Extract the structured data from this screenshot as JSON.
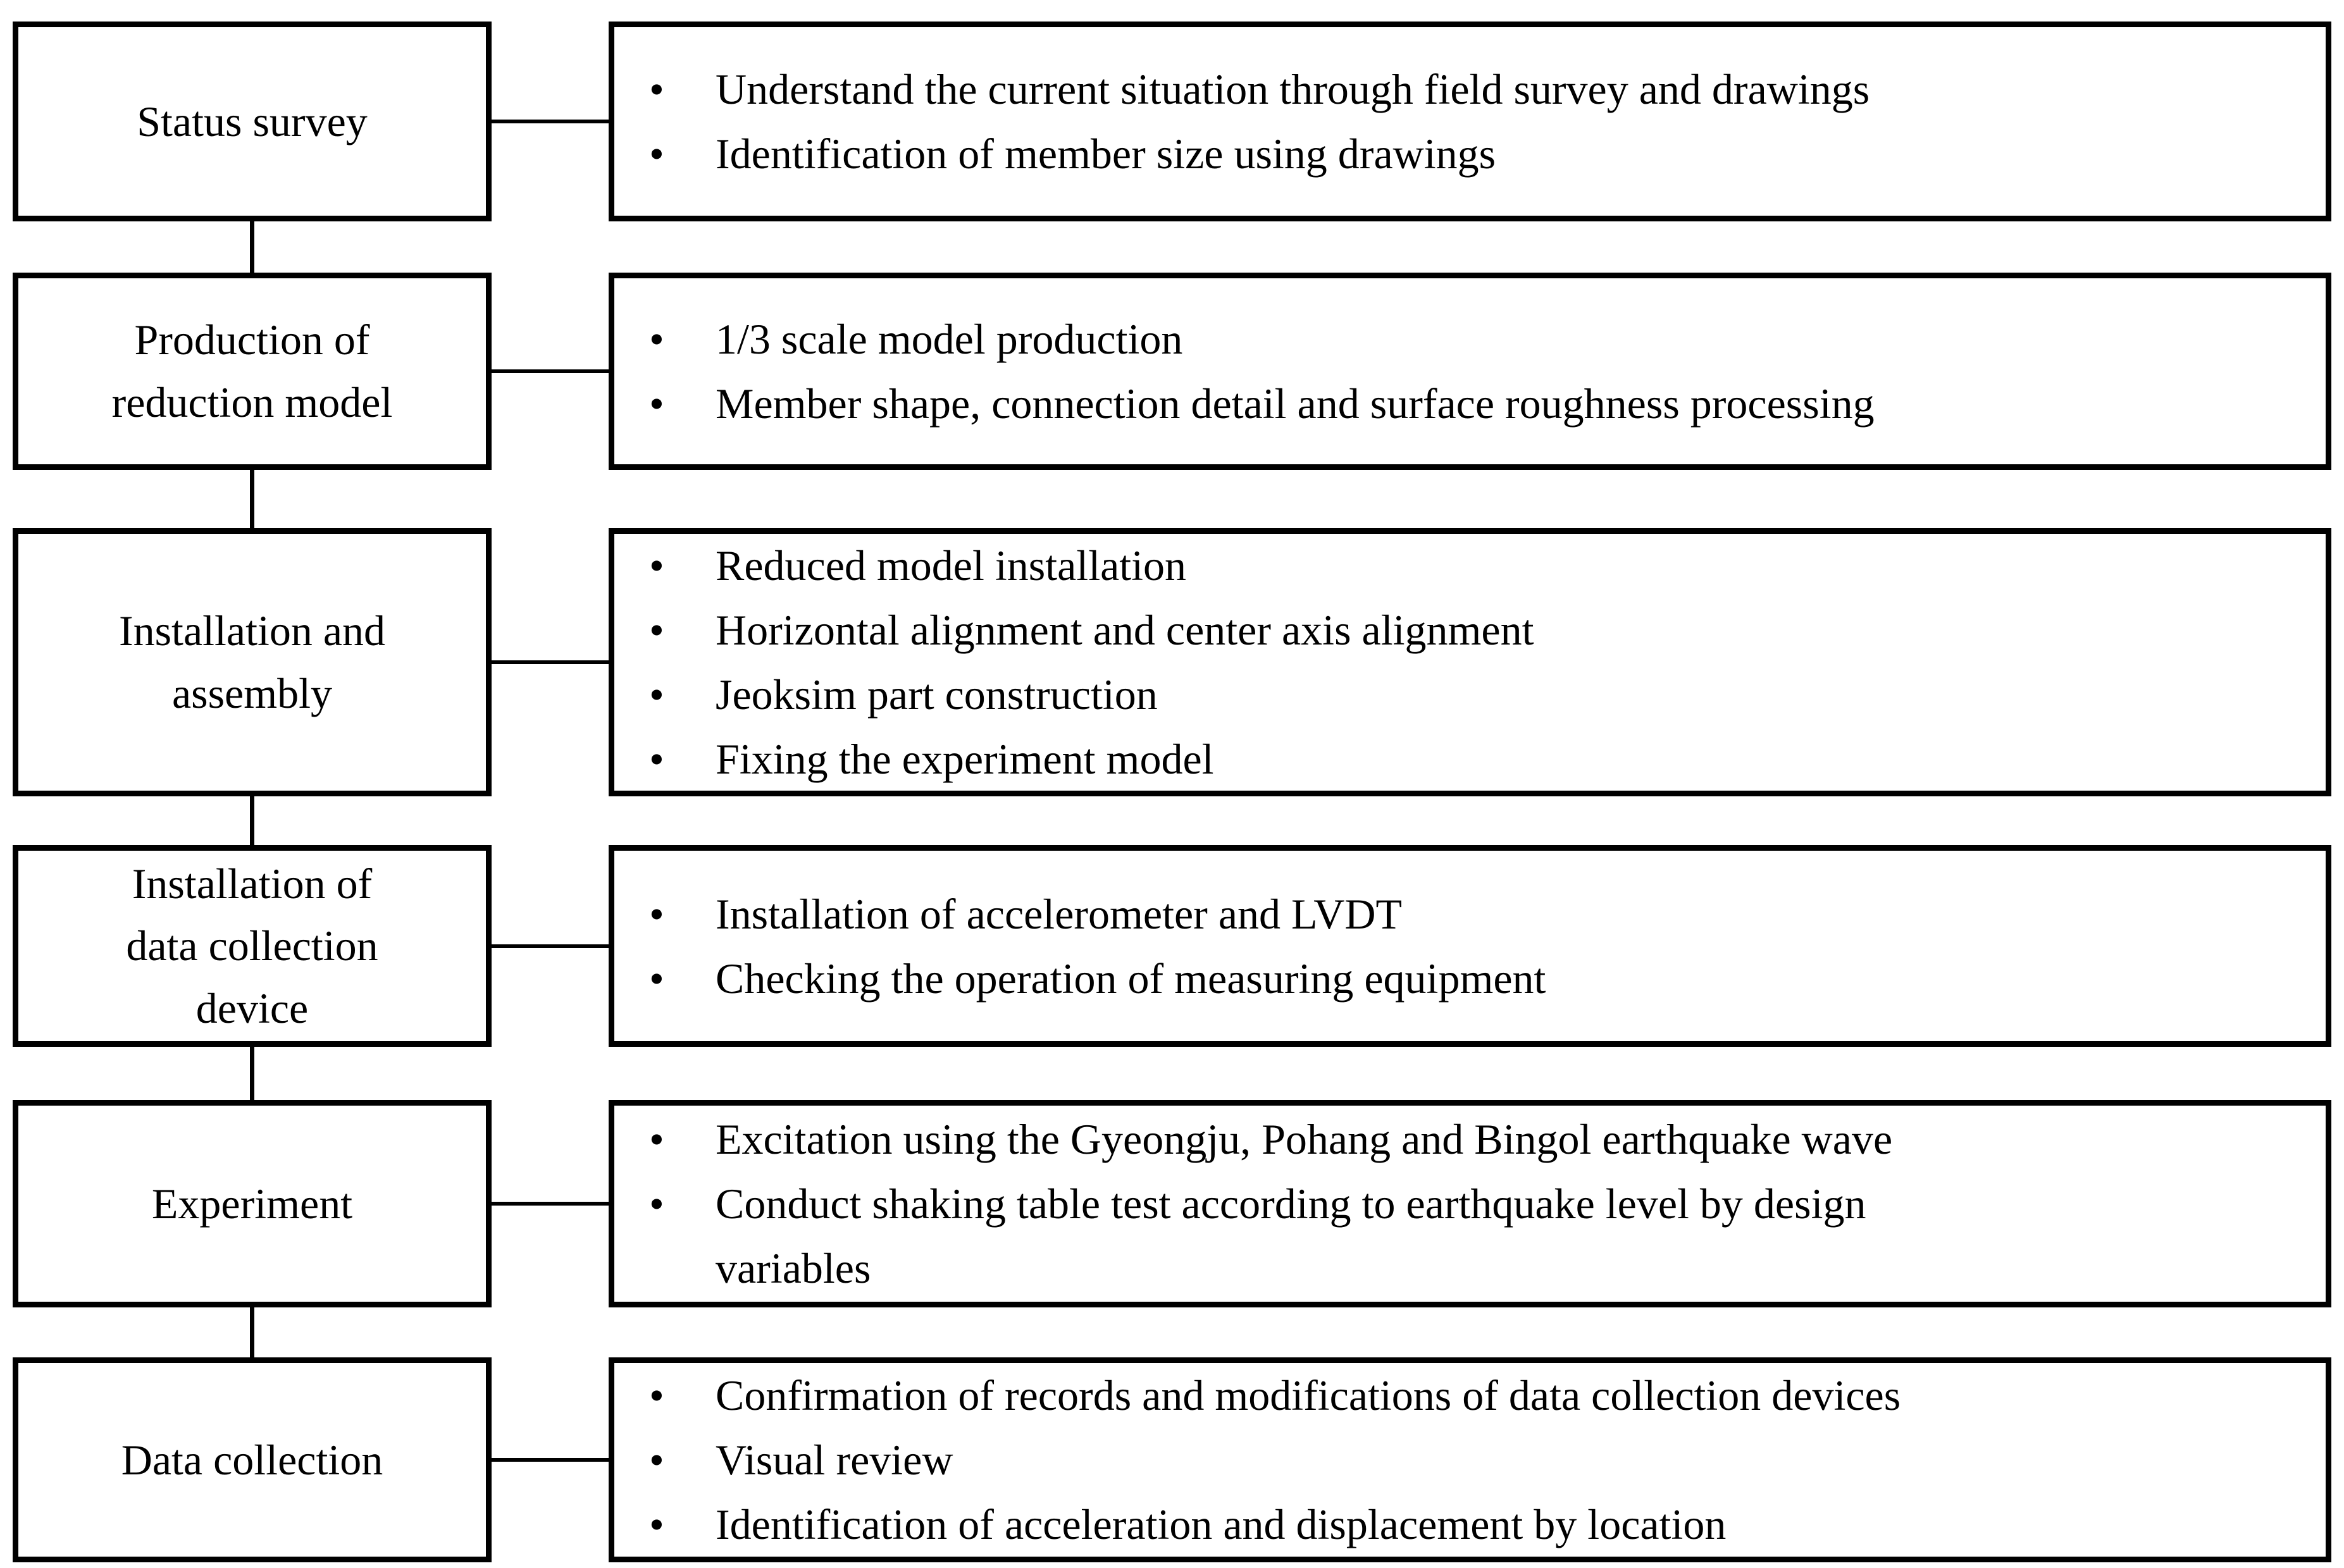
{
  "diagram": {
    "bullet_char": "•",
    "colors": {
      "border": "#000000",
      "text": "#000000",
      "background": "#ffffff"
    },
    "rows": [
      {
        "stage": "Status survey",
        "details": [
          "Understand the current situation through field survey and drawings",
          "Identification of member size using drawings"
        ]
      },
      {
        "stage": "Production of\nreduction model",
        "details": [
          "1/3 scale model production",
          "Member shape, connection detail and surface roughness processing"
        ]
      },
      {
        "stage": "Installation and\nassembly",
        "details": [
          "Reduced model installation",
          "Horizontal alignment and center axis alignment",
          "Jeoksim part construction",
          "Fixing the experiment model"
        ]
      },
      {
        "stage": "Installation of\ndata collection\ndevice",
        "details": [
          "Installation of accelerometer and LVDT",
          "Checking the operation of measuring equipment"
        ]
      },
      {
        "stage": "Experiment",
        "details": [
          "Excitation using the Gyeongju, Pohang and Bingol earthquake wave",
          "Conduct shaking table test according to earthquake level by design\nvariables"
        ]
      },
      {
        "stage": "Data collection",
        "details": [
          "Confirmation of records and modifications of data collection devices",
          "Visual review",
          "Identification of acceleration and displacement by location"
        ]
      }
    ]
  }
}
